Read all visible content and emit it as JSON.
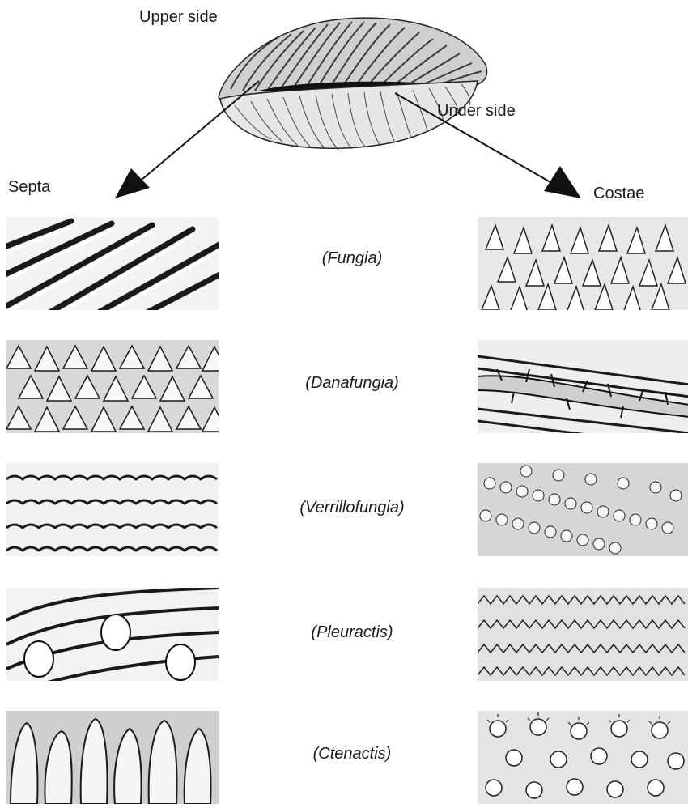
{
  "labels": {
    "upper_side": "Upper side",
    "under_side": "Under side",
    "septa": "Septa",
    "costae": "Costae"
  },
  "rows": [
    {
      "genus": "(Fungia)",
      "septa_texture": "parallel-ridges",
      "costae_texture": "pointed-teeth"
    },
    {
      "genus": "(Danafungia)",
      "septa_texture": "triangular-teeth",
      "costae_texture": "spiny-ridges"
    },
    {
      "genus": "(Verrillofungia)",
      "septa_texture": "wavy-scalloped-ridges",
      "costae_texture": "beaded-rows"
    },
    {
      "genus": "(Pleuractis)",
      "septa_texture": "ridges-with-lobes",
      "costae_texture": "fine-spines"
    },
    {
      "genus": "(Ctenactis)",
      "septa_texture": "bulbous-lobes",
      "costae_texture": "rosette-spines"
    }
  ]
}
